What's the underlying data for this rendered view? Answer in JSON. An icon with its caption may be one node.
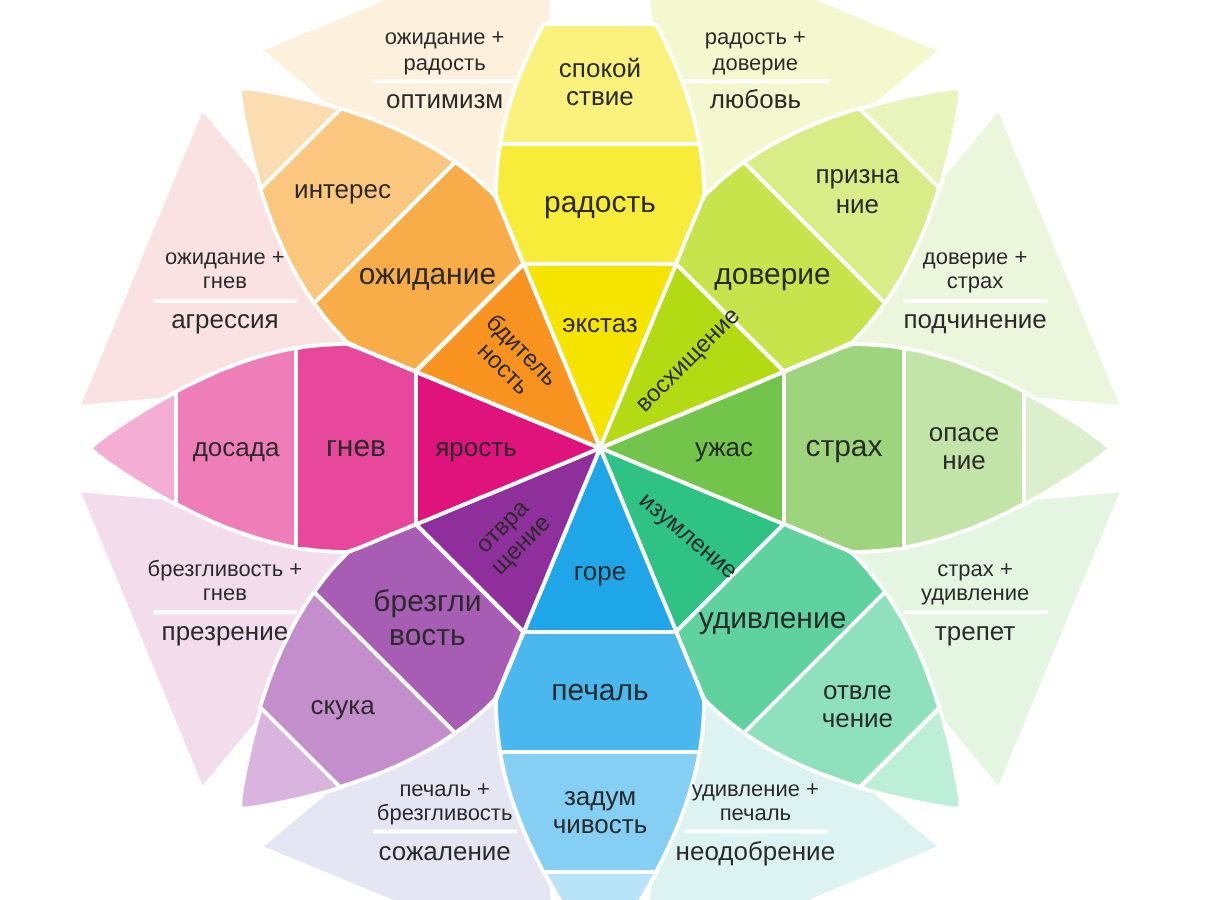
{
  "diagram": {
    "nodes": [
      {
        "text": [
          "экстаз"
        ]
      },
      {
        "text": [
          "радость"
        ]
      },
      {
        "text": [
          "спокой ствие"
        ]
      },
      {
        "text": [
          "восхищение"
        ]
      },
      {
        "text": [
          "доверие"
        ]
      },
      {
        "text": [
          "призна ние"
        ]
      },
      {
        "text": [],
        "shape": "petal"
      },
      {
        "text": [
          "ужас"
        ]
      },
      {
        "text": [
          "страх"
        ]
      },
      {
        "text": [
          "опасе ние"
        ]
      },
      {
        "text": [],
        "shape": "petal"
      },
      {
        "text": [
          "изумление"
        ]
      },
      {
        "text": [
          "удивление"
        ]
      },
      {
        "text": [
          "отвле чение"
        ]
      },
      {
        "text": [],
        "shape": "petal"
      },
      {
        "text": [
          "горе"
        ]
      },
      {
        "text": [
          "печаль"
        ]
      },
      {
        "text": [
          "задум чивость"
        ]
      },
      {
        "text": [],
        "shape": "petal"
      },
      {
        "text": [
          "отвра щение"
        ]
      },
      {
        "text": [
          "брезгли вость"
        ]
      },
      {
        "text": [
          "скука"
        ]
      },
      {
        "text": [],
        "shape": "petal"
      },
      {
        "text": [
          "ярость"
        ]
      },
      {
        "text": [
          "гнев"
        ]
      },
      {
        "text": [
          "досада"
        ]
      },
      {
        "text": [],
        "shape": "petal"
      },
      {
        "text": [
          "бдитель ность"
        ]
      },
      {
        "text": [
          "ожидание"
        ]
      },
      {
        "text": [
          "интерес"
        ]
      },
      {
        "text": [],
        "shape": "petal"
      },
      {
        "text": [
          "радость + доверие",
          "любовь"
        ]
      },
      {
        "text": [
          "доверие + страх",
          "подчинение"
        ]
      },
      {
        "text": [
          "страх + удивление",
          "трепет"
        ]
      },
      {
        "text": [
          "удивление + печаль",
          "неодобрение"
        ]
      },
      {
        "text": [
          "печаль + брезгливость",
          "сожаление"
        ]
      },
      {
        "text": [
          "брезгливость + гнев",
          "презрение"
        ]
      },
      {
        "text": [
          "ожидание + гнев",
          "агрессия"
        ]
      },
      {
        "text": [
          "ожидание + радость",
          "оптимизм"
        ]
      }
    ]
  }
}
